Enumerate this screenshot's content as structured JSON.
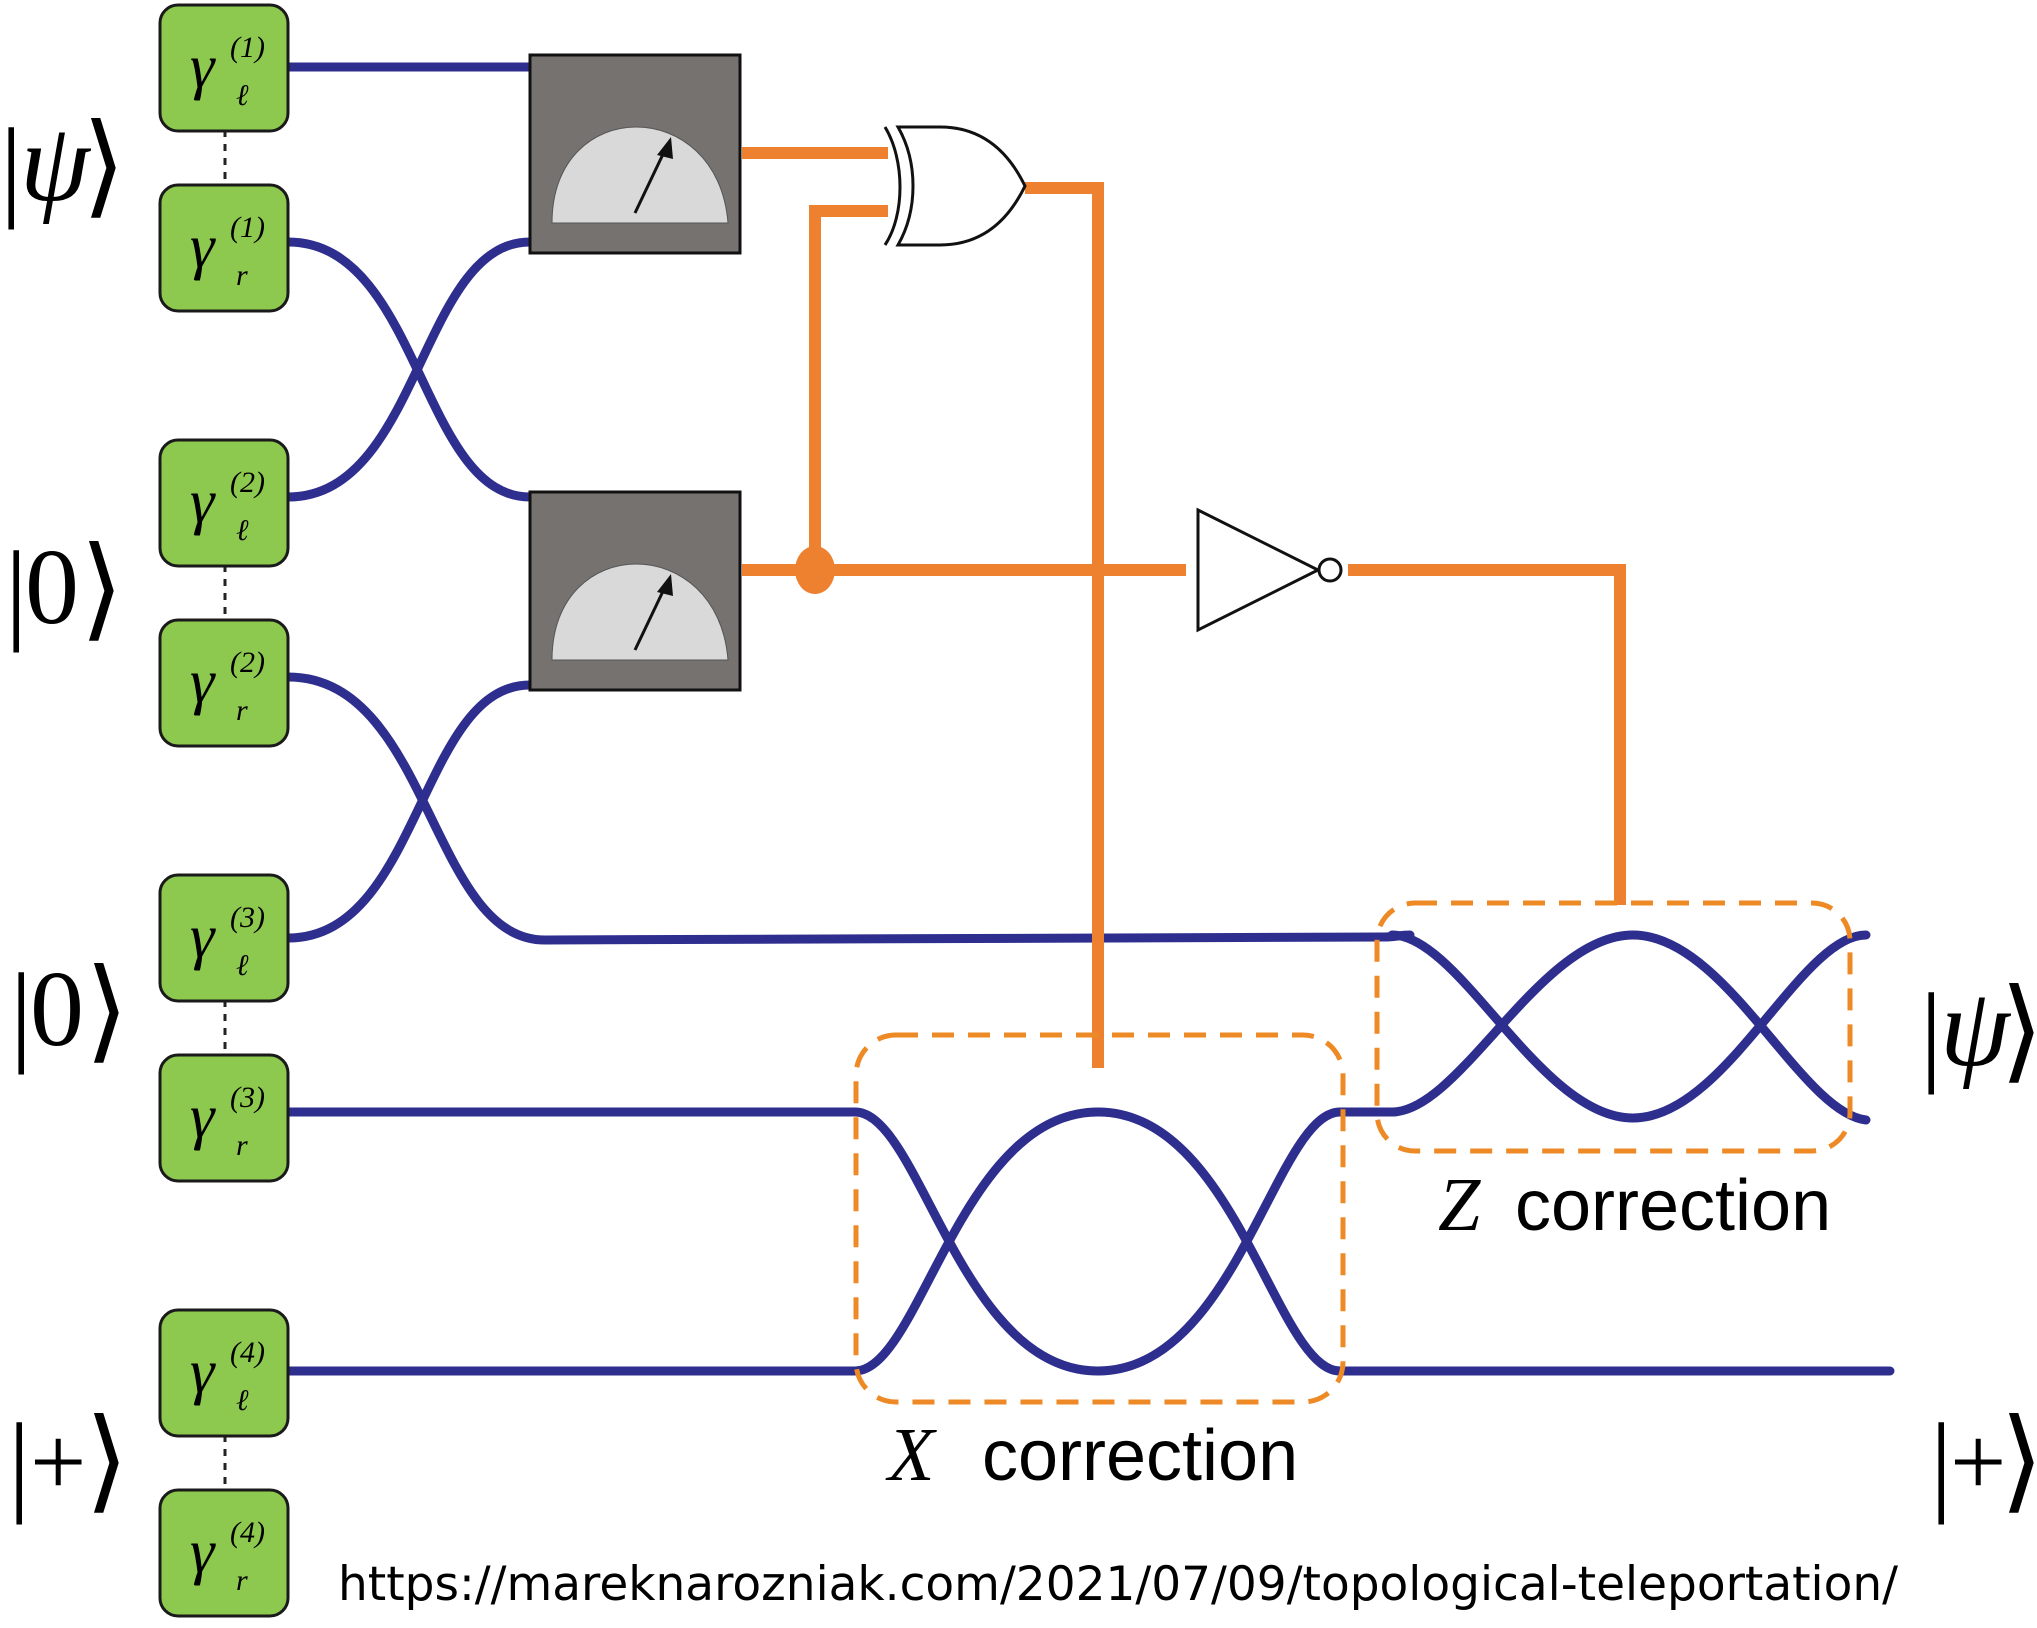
{
  "nodes": [
    {
      "id": "g1l",
      "greek": "γ",
      "sub": "ℓ",
      "sup": "(1)"
    },
    {
      "id": "g1r",
      "greek": "γ",
      "sub": "r",
      "sup": "(1)"
    },
    {
      "id": "g2l",
      "greek": "γ",
      "sub": "ℓ",
      "sup": "(2)"
    },
    {
      "id": "g2r",
      "greek": "γ",
      "sub": "r",
      "sup": "(2)"
    },
    {
      "id": "g3l",
      "greek": "γ",
      "sub": "ℓ",
      "sup": "(3)"
    },
    {
      "id": "g3r",
      "greek": "γ",
      "sub": "r",
      "sup": "(3)"
    },
    {
      "id": "g4l",
      "greek": "γ",
      "sub": "ℓ",
      "sup": "(4)"
    },
    {
      "id": "g4r",
      "greek": "γ",
      "sub": "r",
      "sup": "(4)"
    }
  ],
  "input_states": {
    "q1": {
      "left": "|",
      "sym": "ψ",
      "right": "⟩"
    },
    "q2": {
      "left": "|",
      "sym": "0",
      "right": "⟩"
    },
    "q3": {
      "left": "|",
      "sym": "0",
      "right": "⟩"
    },
    "q4": {
      "left": "|",
      "sym": "+",
      "right": "⟩"
    }
  },
  "output_states": {
    "out1": {
      "left": "|",
      "sym": "ψ",
      "right": "⟩"
    },
    "out2": {
      "left": "|",
      "sym": "+",
      "right": "⟩"
    }
  },
  "labels": {
    "x_var": "X",
    "x_text": "correction",
    "z_var": "Z",
    "z_text": "correction"
  },
  "url": "https://mareknarozniak.com/2021/07/09/topological-teleportation/",
  "colors": {
    "node_fill": "#8dc84f",
    "quantum_wire": "#2e2e8f",
    "classical_wire": "#ee8130",
    "dashed_box": "#ee8a25",
    "meter_body": "#767270",
    "meter_face": "#d9d9d9"
  }
}
